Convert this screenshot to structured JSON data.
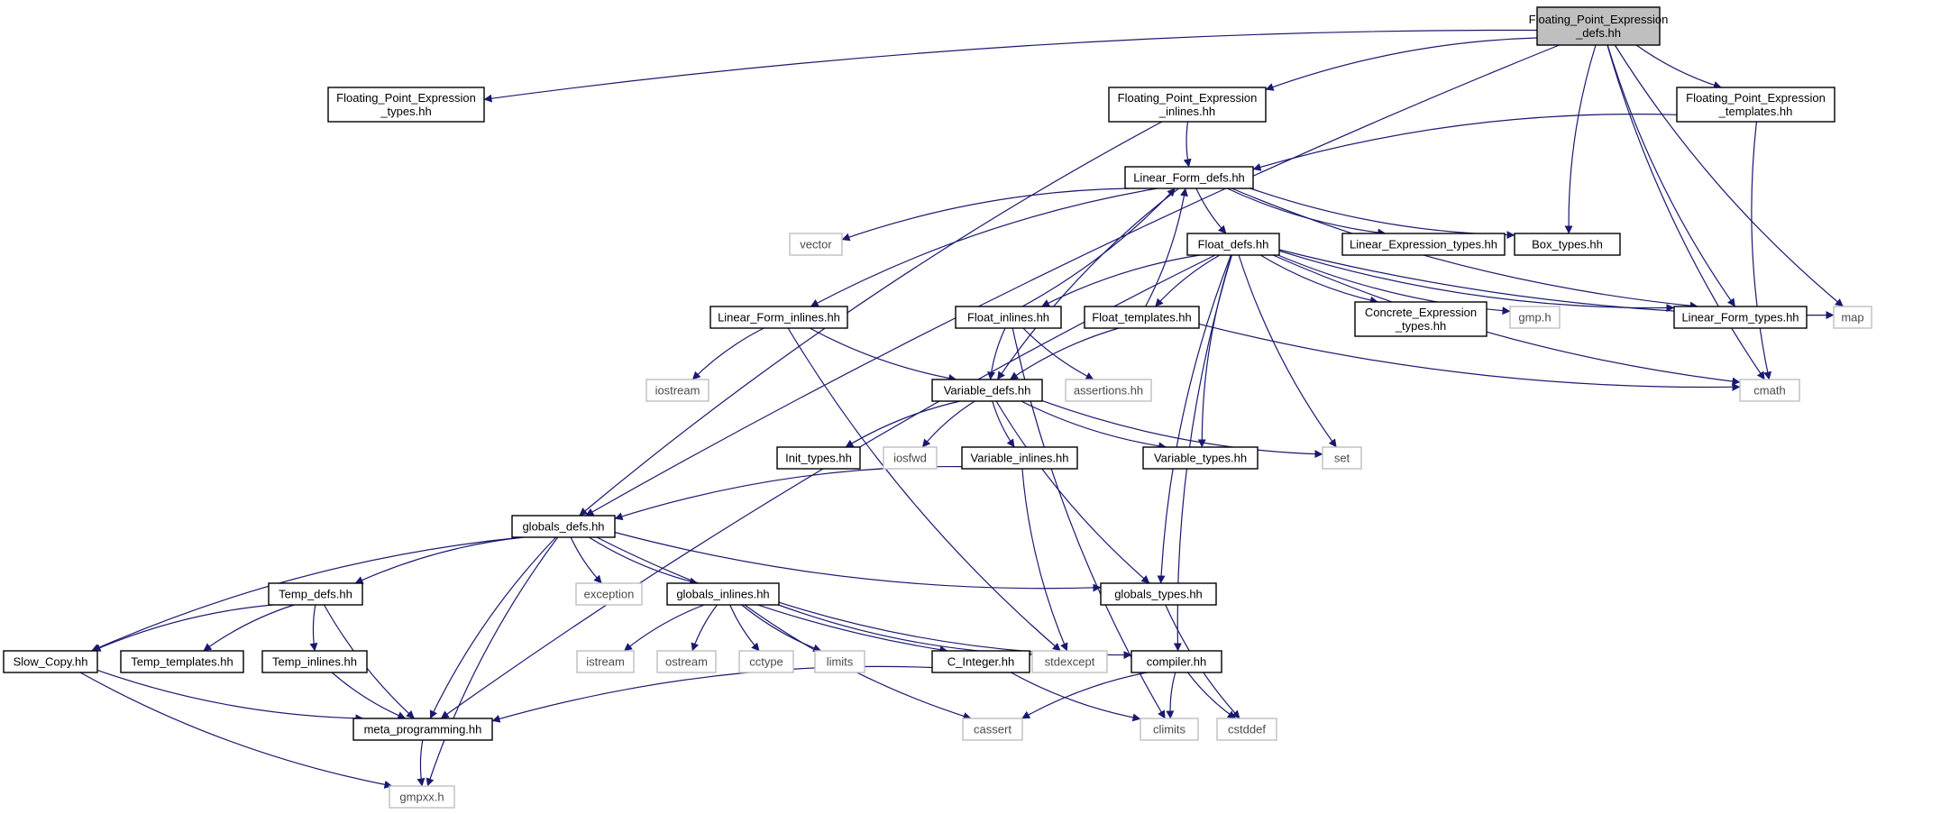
{
  "colors": {
    "edge": "#191970",
    "root_fill": "#bfbfbf",
    "local_stroke": "#000000",
    "system_stroke": "#bfbfbf",
    "system_text": "#4a4a4a"
  },
  "root": "Floating_Point_Expression_defs.hh",
  "nodes": [
    {
      "id": "fpe_defs",
      "lines": [
        "Floating_Point_Expression",
        "_defs.hh"
      ],
      "kind": "root"
    },
    {
      "id": "fpe_types",
      "lines": [
        "Floating_Point_Expression",
        "_types.hh"
      ],
      "kind": "local"
    },
    {
      "id": "fpe_inlines",
      "lines": [
        "Floating_Point_Expression",
        "_inlines.hh"
      ],
      "kind": "local"
    },
    {
      "id": "fpe_templates",
      "lines": [
        "Floating_Point_Expression",
        "_templates.hh"
      ],
      "kind": "local"
    },
    {
      "id": "lf_defs",
      "lines": [
        "Linear_Form_defs.hh"
      ],
      "kind": "local"
    },
    {
      "id": "vector",
      "lines": [
        "vector"
      ],
      "kind": "system"
    },
    {
      "id": "float_defs",
      "lines": [
        "Float_defs.hh"
      ],
      "kind": "local"
    },
    {
      "id": "le_types",
      "lines": [
        "Linear_Expression_types.hh"
      ],
      "kind": "local"
    },
    {
      "id": "box_types",
      "lines": [
        "Box_types.hh"
      ],
      "kind": "local"
    },
    {
      "id": "lf_inlines",
      "lines": [
        "Linear_Form_inlines.hh"
      ],
      "kind": "local"
    },
    {
      "id": "float_inlines",
      "lines": [
        "Float_inlines.hh"
      ],
      "kind": "local"
    },
    {
      "id": "float_templates",
      "lines": [
        "Float_templates.hh"
      ],
      "kind": "local"
    },
    {
      "id": "ce_types",
      "lines": [
        "Concrete_Expression",
        "_types.hh"
      ],
      "kind": "local"
    },
    {
      "id": "gmp_h",
      "lines": [
        "gmp.h"
      ],
      "kind": "system"
    },
    {
      "id": "lf_types",
      "lines": [
        "Linear_Form_types.hh"
      ],
      "kind": "local"
    },
    {
      "id": "map",
      "lines": [
        "map"
      ],
      "kind": "system"
    },
    {
      "id": "iostream",
      "lines": [
        "iostream"
      ],
      "kind": "system"
    },
    {
      "id": "var_defs",
      "lines": [
        "Variable_defs.hh"
      ],
      "kind": "local"
    },
    {
      "id": "assertions",
      "lines": [
        "assertions.hh"
      ],
      "kind": "system"
    },
    {
      "id": "cmath",
      "lines": [
        "cmath"
      ],
      "kind": "system"
    },
    {
      "id": "init_types",
      "lines": [
        "Init_types.hh"
      ],
      "kind": "local"
    },
    {
      "id": "iosfwd",
      "lines": [
        "iosfwd"
      ],
      "kind": "system"
    },
    {
      "id": "var_inlines",
      "lines": [
        "Variable_inlines.hh"
      ],
      "kind": "local"
    },
    {
      "id": "var_types",
      "lines": [
        "Variable_types.hh"
      ],
      "kind": "local"
    },
    {
      "id": "set",
      "lines": [
        "set"
      ],
      "kind": "system"
    },
    {
      "id": "glob_defs",
      "lines": [
        "globals_defs.hh"
      ],
      "kind": "local"
    },
    {
      "id": "temp_defs",
      "lines": [
        "Temp_defs.hh"
      ],
      "kind": "local"
    },
    {
      "id": "exception",
      "lines": [
        "exception"
      ],
      "kind": "system"
    },
    {
      "id": "glob_inlines",
      "lines": [
        "globals_inlines.hh"
      ],
      "kind": "local"
    },
    {
      "id": "glob_types",
      "lines": [
        "globals_types.hh"
      ],
      "kind": "local"
    },
    {
      "id": "slow_copy",
      "lines": [
        "Slow_Copy.hh"
      ],
      "kind": "local"
    },
    {
      "id": "temp_templates",
      "lines": [
        "Temp_templates.hh"
      ],
      "kind": "local"
    },
    {
      "id": "temp_inlines",
      "lines": [
        "Temp_inlines.hh"
      ],
      "kind": "local"
    },
    {
      "id": "istream",
      "lines": [
        "istream"
      ],
      "kind": "system"
    },
    {
      "id": "ostream",
      "lines": [
        "ostream"
      ],
      "kind": "system"
    },
    {
      "id": "cctype",
      "lines": [
        "cctype"
      ],
      "kind": "system"
    },
    {
      "id": "limits",
      "lines": [
        "limits"
      ],
      "kind": "system"
    },
    {
      "id": "c_integer",
      "lines": [
        "C_Integer.hh"
      ],
      "kind": "local"
    },
    {
      "id": "stdexcept",
      "lines": [
        "stdexcept"
      ],
      "kind": "system"
    },
    {
      "id": "compiler",
      "lines": [
        "compiler.hh"
      ],
      "kind": "local"
    },
    {
      "id": "meta_prog",
      "lines": [
        "meta_programming.hh"
      ],
      "kind": "local"
    },
    {
      "id": "cassert",
      "lines": [
        "cassert"
      ],
      "kind": "system"
    },
    {
      "id": "climits",
      "lines": [
        "climits"
      ],
      "kind": "system"
    },
    {
      "id": "cstddef",
      "lines": [
        "cstddef"
      ],
      "kind": "system"
    },
    {
      "id": "gmpxx",
      "lines": [
        "gmpxx.h"
      ],
      "kind": "system"
    }
  ],
  "edges": [
    [
      "fpe_defs",
      "fpe_types"
    ],
    [
      "fpe_defs",
      "fpe_inlines"
    ],
    [
      "fpe_defs",
      "fpe_templates"
    ],
    [
      "fpe_defs",
      "glob_defs"
    ],
    [
      "fpe_defs",
      "box_types"
    ],
    [
      "fpe_defs",
      "lf_types"
    ],
    [
      "fpe_defs",
      "map"
    ],
    [
      "fpe_defs",
      "cmath"
    ],
    [
      "fpe_inlines",
      "lf_defs"
    ],
    [
      "fpe_inlines",
      "glob_defs"
    ],
    [
      "fpe_templates",
      "lf_defs"
    ],
    [
      "fpe_templates",
      "cmath"
    ],
    [
      "lf_defs",
      "vector"
    ],
    [
      "lf_defs",
      "float_defs"
    ],
    [
      "lf_defs",
      "le_types"
    ],
    [
      "lf_defs",
      "box_types"
    ],
    [
      "lf_defs",
      "lf_inlines"
    ],
    [
      "lf_defs",
      "var_defs"
    ],
    [
      "lf_defs",
      "lf_types"
    ],
    [
      "float_defs",
      "float_inlines"
    ],
    [
      "float_defs",
      "float_templates"
    ],
    [
      "float_defs",
      "ce_types"
    ],
    [
      "float_defs",
      "gmp_h"
    ],
    [
      "float_defs",
      "lf_types"
    ],
    [
      "float_defs",
      "map"
    ],
    [
      "float_defs",
      "cmath"
    ],
    [
      "float_defs",
      "var_types"
    ],
    [
      "float_defs",
      "set"
    ],
    [
      "float_defs",
      "compiler"
    ],
    [
      "float_defs",
      "meta_prog"
    ],
    [
      "float_defs",
      "glob_types"
    ],
    [
      "float_inlines",
      "lf_defs"
    ],
    [
      "float_inlines",
      "var_defs"
    ],
    [
      "float_inlines",
      "assertions"
    ],
    [
      "float_inlines",
      "climits"
    ],
    [
      "float_templates",
      "lf_defs"
    ],
    [
      "float_templates",
      "var_defs"
    ],
    [
      "float_templates",
      "cmath"
    ],
    [
      "lf_inlines",
      "iostream"
    ],
    [
      "lf_inlines",
      "var_defs"
    ],
    [
      "lf_inlines",
      "stdexcept"
    ],
    [
      "var_defs",
      "init_types"
    ],
    [
      "var_defs",
      "iosfwd"
    ],
    [
      "var_defs",
      "var_inlines"
    ],
    [
      "var_defs",
      "var_types"
    ],
    [
      "var_defs",
      "set"
    ],
    [
      "var_defs",
      "glob_types"
    ],
    [
      "var_inlines",
      "glob_defs"
    ],
    [
      "var_inlines",
      "stdexcept"
    ],
    [
      "glob_defs",
      "temp_defs"
    ],
    [
      "glob_defs",
      "exception"
    ],
    [
      "glob_defs",
      "glob_inlines"
    ],
    [
      "glob_defs",
      "glob_types"
    ],
    [
      "glob_defs",
      "slow_copy"
    ],
    [
      "glob_defs",
      "meta_prog"
    ],
    [
      "glob_defs",
      "gmpxx"
    ],
    [
      "glob_defs",
      "c_integer"
    ],
    [
      "temp_defs",
      "slow_copy"
    ],
    [
      "temp_defs",
      "temp_templates"
    ],
    [
      "temp_defs",
      "temp_inlines"
    ],
    [
      "temp_defs",
      "meta_prog"
    ],
    [
      "glob_inlines",
      "istream"
    ],
    [
      "glob_inlines",
      "ostream"
    ],
    [
      "glob_inlines",
      "cctype"
    ],
    [
      "glob_inlines",
      "limits"
    ],
    [
      "glob_inlines",
      "stdexcept"
    ],
    [
      "glob_inlines",
      "compiler"
    ],
    [
      "glob_inlines",
      "cassert"
    ],
    [
      "glob_types",
      "cstddef"
    ],
    [
      "slow_copy",
      "meta_prog"
    ],
    [
      "slow_copy",
      "gmpxx"
    ],
    [
      "temp_inlines",
      "meta_prog"
    ],
    [
      "c_integer",
      "meta_prog"
    ],
    [
      "c_integer",
      "climits"
    ],
    [
      "compiler",
      "cassert"
    ],
    [
      "compiler",
      "climits"
    ],
    [
      "compiler",
      "cstddef"
    ],
    [
      "meta_prog",
      "gmpxx"
    ]
  ]
}
